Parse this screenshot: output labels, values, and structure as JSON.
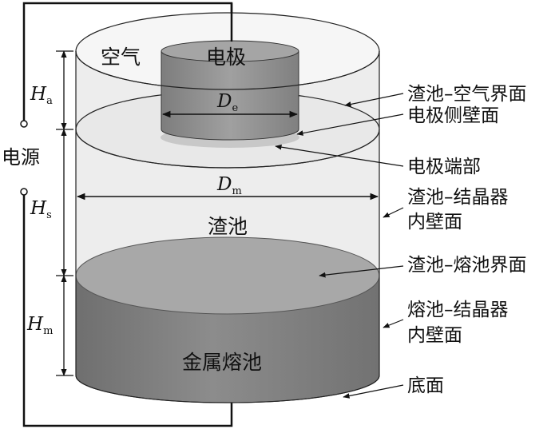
{
  "labels": {
    "air": "空气",
    "electrode": "电极",
    "power": "电源",
    "slag_pool": "渣池",
    "metal_pool": "金属熔池"
  },
  "dimensions": {
    "Ha": {
      "main": "H",
      "sub": "a"
    },
    "Hs": {
      "main": "H",
      "sub": "s"
    },
    "Hm": {
      "main": "H",
      "sub": "m"
    },
    "De": {
      "main": "D",
      "sub": "e"
    },
    "Dm": {
      "main": "D",
      "sub": "m"
    }
  },
  "callouts": {
    "slag_air": "渣池–空气界面",
    "electrode_side": "电极侧壁面",
    "electrode_tip": "电极端部",
    "slag_mold_1": "渣池–结晶器",
    "slag_mold_2": "内壁面",
    "slag_metal": "渣池–熔池界面",
    "metal_mold_1": "熔池–结晶器",
    "metal_mold_2": "内壁面",
    "bottom": "底面"
  },
  "colors": {
    "metal": "#8a8a8a",
    "metal_top": "#a9a9a9",
    "electrode": "#9a9a9a",
    "electrode_top": "#a7a7a7",
    "slag": "#ececec",
    "outline": "#222222"
  }
}
